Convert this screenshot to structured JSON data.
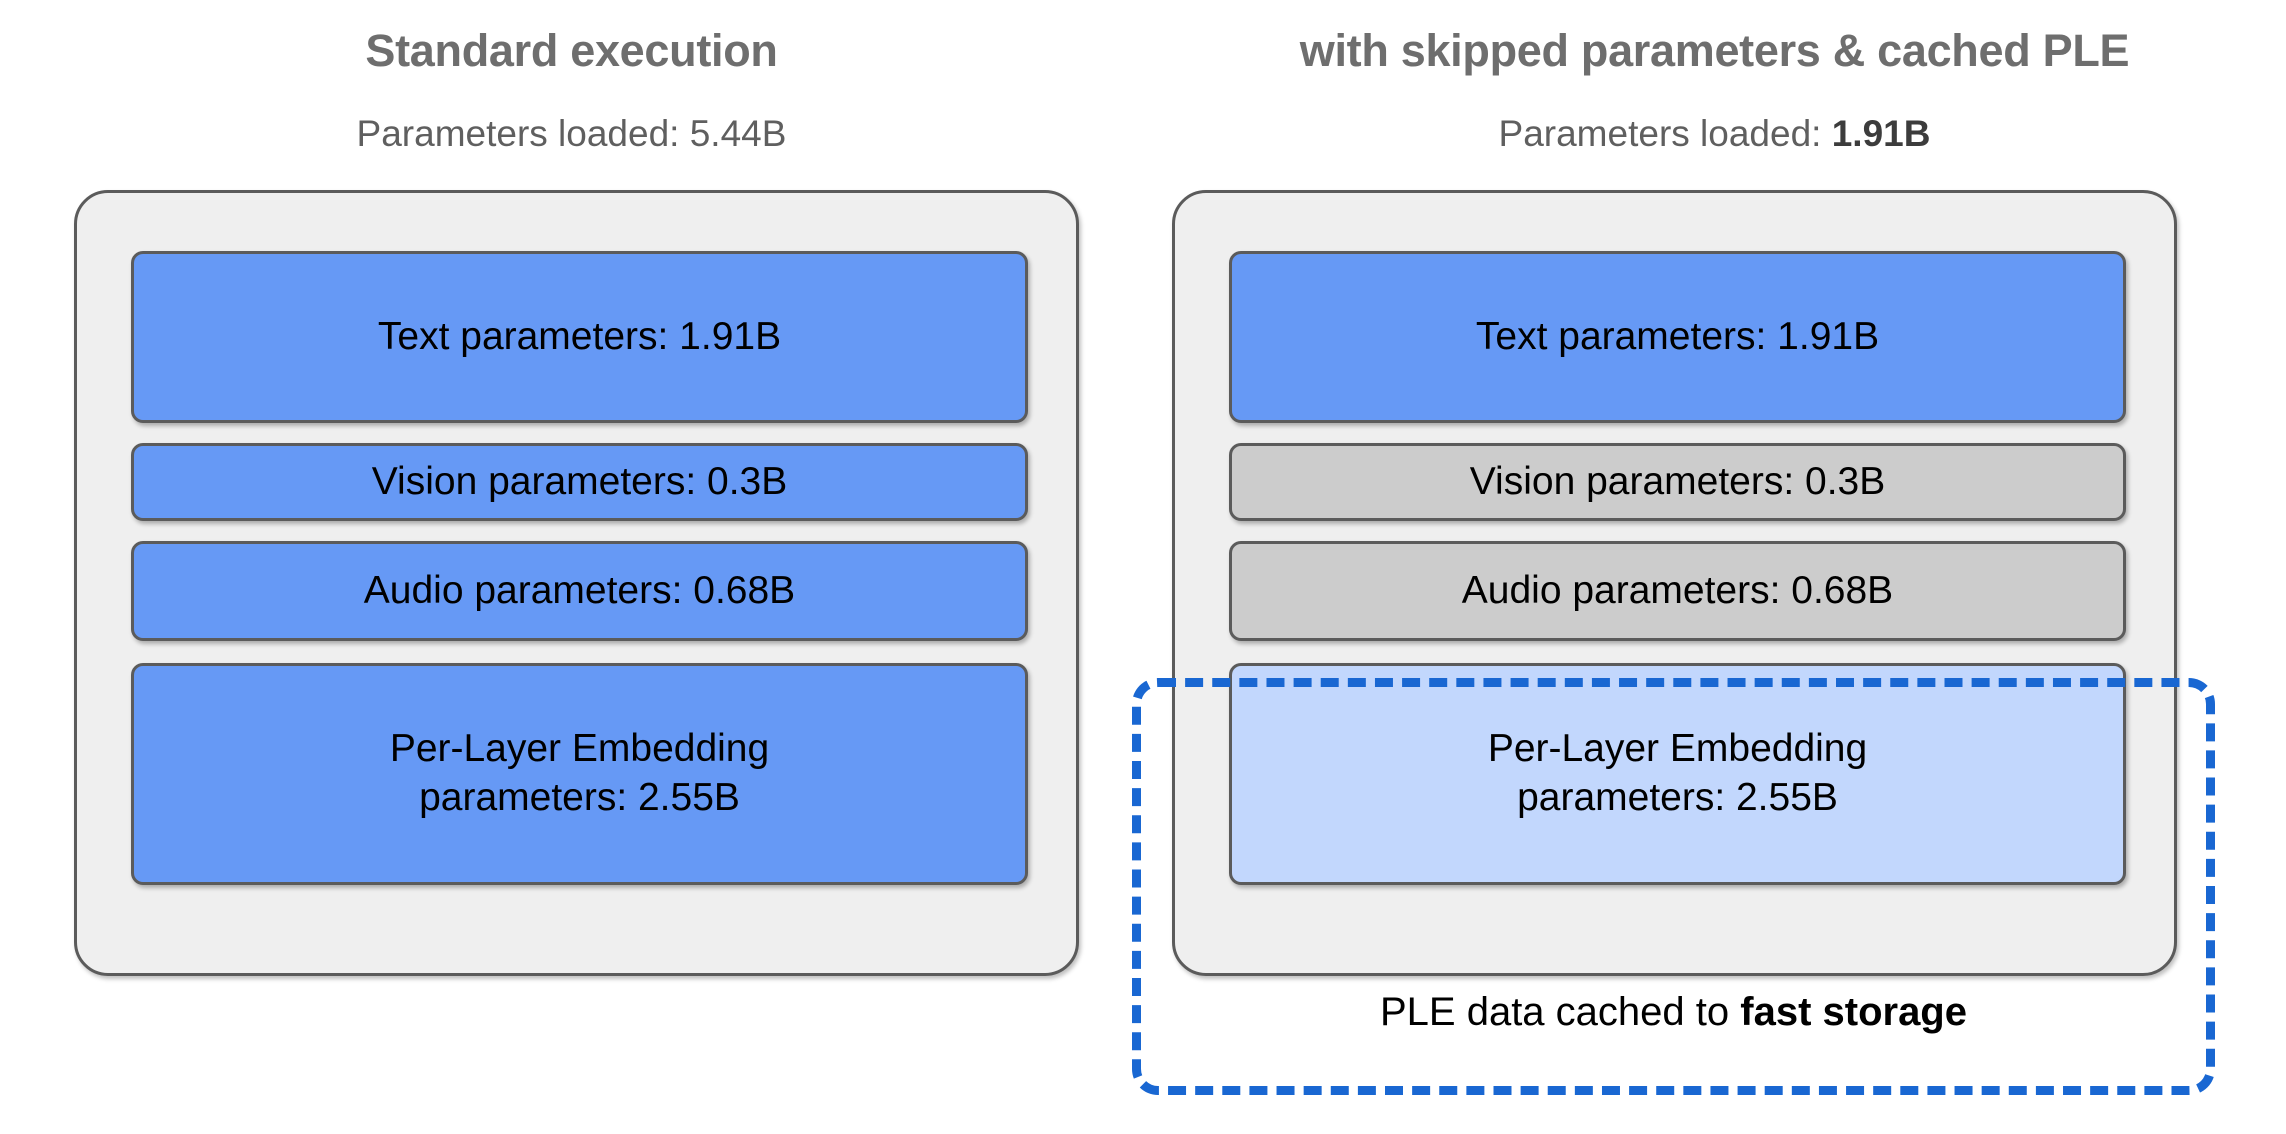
{
  "columns": [
    {
      "key": "standard",
      "title": "Standard execution",
      "subtitle_prefix": "Parameters loaded: ",
      "subtitle_value": "5.44B",
      "subtitle_value_bold": false,
      "blocks": [
        {
          "label": "Text parameters: 1.91B",
          "style": "blue"
        },
        {
          "label": "Vision parameters: 0.3B",
          "style": "blue"
        },
        {
          "label": "Audio parameters: 0.68B",
          "style": "blue"
        },
        {
          "label_line1": "Per-Layer Embedding",
          "label_line2": "parameters: 2.55B",
          "style": "blue"
        }
      ]
    },
    {
      "key": "skipped_cached",
      "title": "with skipped parameters & cached PLE",
      "subtitle_prefix": "Parameters loaded: ",
      "subtitle_value": "1.91B",
      "subtitle_value_bold": true,
      "blocks": [
        {
          "label": "Text parameters: 1.91B",
          "style": "blue"
        },
        {
          "label": "Vision parameters: 0.3B",
          "style": "grey"
        },
        {
          "label": "Audio parameters: 0.68B",
          "style": "grey"
        },
        {
          "label_line1": "Per-Layer Embedding",
          "label_line2": "parameters: 2.55B",
          "style": "lightblue"
        }
      ]
    }
  ],
  "cache": {
    "caption_prefix": "PLE data cached to ",
    "caption_emphasis": "fast storage",
    "border_color": "#1967d2"
  },
  "colors": {
    "blue": "#6699f5",
    "light_blue": "#c2d7fd",
    "grey": "#cccccc",
    "panel_fill": "#efefef",
    "outline": "#5b5b5b",
    "title_text": "#6e6e6e",
    "subtitle_text": "#5f5f5f",
    "dashed_blue": "#1967d2"
  }
}
